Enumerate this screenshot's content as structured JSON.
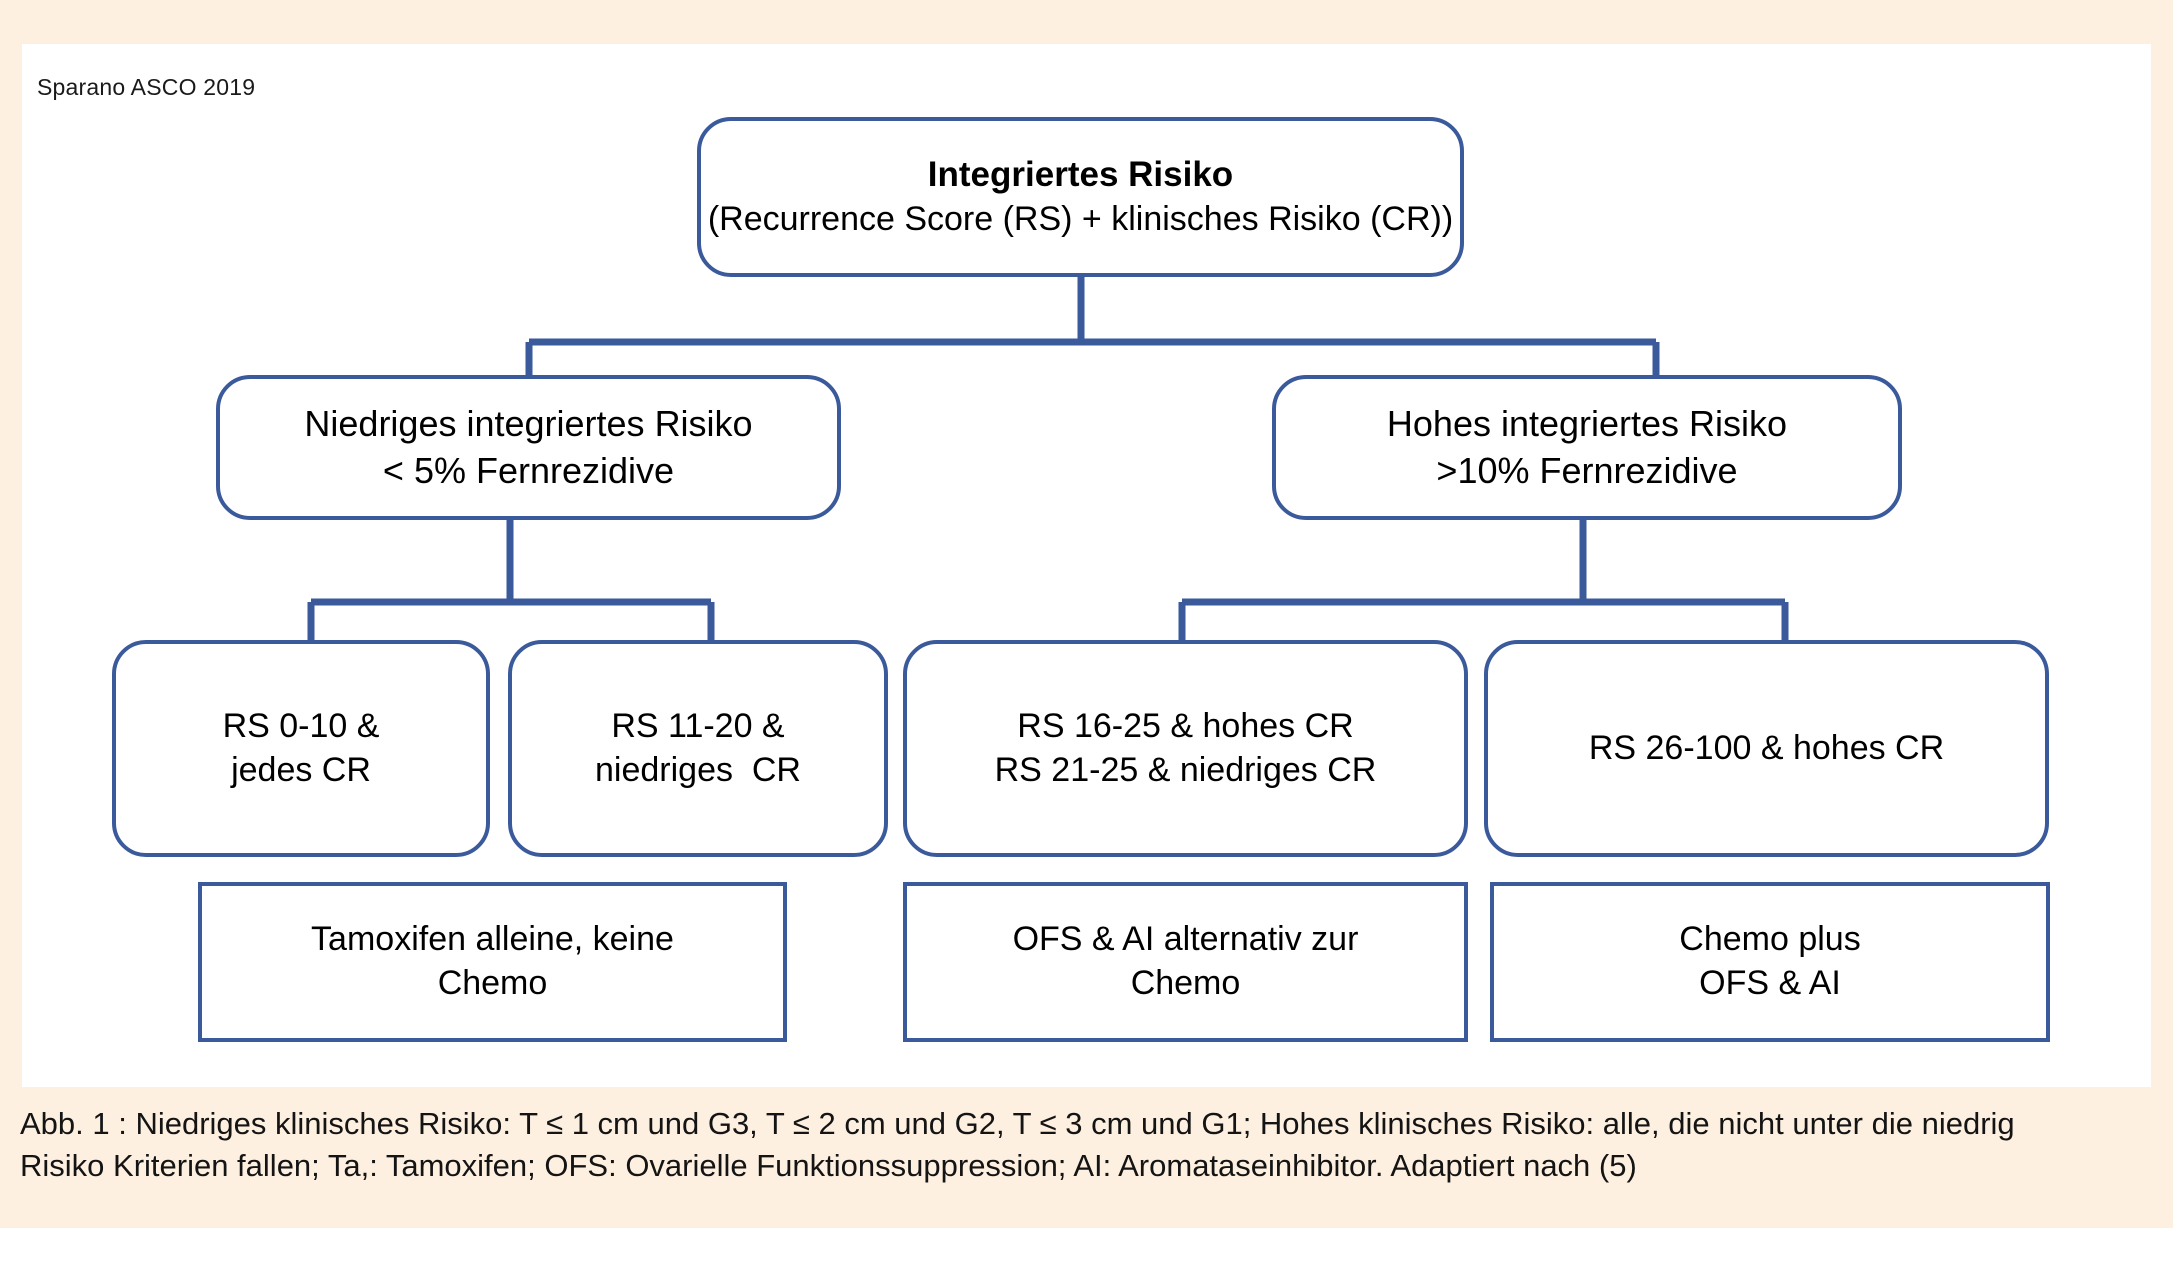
{
  "source_credit": "Sparano ASCO 2019",
  "colors": {
    "box_border": "#3a5a9c",
    "connector": "#3a5a9c",
    "panel_background": "#fdf0e0",
    "canvas_background": "#ffffff",
    "text": "#000000"
  },
  "diagram": {
    "type": "flowchart",
    "title": "Integriertes Risiko Entscheidungsbaum",
    "root": {
      "line1": "Integriertes Risiko",
      "line2": "(Recurrence Score (RS) + klinisches Risiko (CR))"
    },
    "level2": [
      {
        "id": "low-risk",
        "line1": "Niedriges integriertes Risiko",
        "line2": "< 5% Fernrezidive"
      },
      {
        "id": "high-risk",
        "line1": "Hohes integriertes Risiko",
        "line2": ">10% Fernrezidive"
      }
    ],
    "level3": [
      {
        "id": "rs-0-10",
        "line1": "RS 0-10 &",
        "line2": "jedes CR"
      },
      {
        "id": "rs-11-20",
        "line1": "RS 11-20 &",
        "line2": "niedriges  CR"
      },
      {
        "id": "rs-16-25",
        "line1": "RS 16-25 & hohes CR",
        "line2": "RS 21-25 & niedriges CR"
      },
      {
        "id": "rs-26-100",
        "line1": "RS 26-100 & hohes CR",
        "line2": ""
      }
    ],
    "treatments": [
      {
        "id": "tamoxifen",
        "line1": "Tamoxifen alleine, keine",
        "line2": "Chemo"
      },
      {
        "id": "ofs-ai",
        "line1": "OFS & AI alternativ zur",
        "line2": "Chemo"
      },
      {
        "id": "chemo-plus",
        "line1": "Chemo plus",
        "line2": "OFS & AI"
      }
    ]
  },
  "caption": {
    "line1": "Abb. 1 : Niedriges klinisches Risiko: T ≤ 1 cm und G3, T ≤ 2 cm und G2, T ≤ 3 cm und G1; Hohes klinisches Risiko: alle, die nicht unter die niedrig",
    "line2": "Risiko Kriterien fallen; Ta,: Tamoxifen; OFS: Ovarielle Funktionssuppression; AI: Aromataseinhibitor. Adaptiert nach (5)"
  }
}
